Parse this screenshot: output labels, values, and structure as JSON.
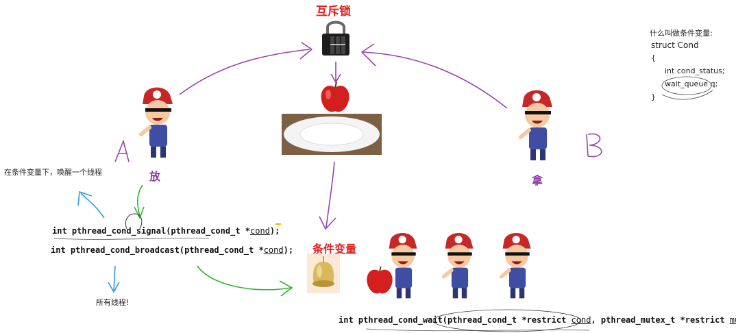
{
  "lock_title": "互斥锁",
  "cond_title": "条件变量",
  "label_put": "放",
  "label_take": "拿",
  "hand_letter_a": "A",
  "hand_letter_b": "B",
  "note_wakeup": "在条件变量下，唤醒一个线程",
  "note_all_threads": "所有线程!",
  "code_signal": {
    "prefix": "int ",
    "func": "pthread_cond_signal",
    "args_open": "(pthread_cond_t *",
    "param": "cond",
    "close": ");"
  },
  "code_broadcast": {
    "prefix": "int ",
    "func": "pthread_cond_broadcast",
    "args_open": "(pthread_cond_t *",
    "param": "cond",
    "close": ");"
  },
  "code_wait": {
    "prefix": "int ",
    "func": "pthread_cond_wait",
    "args_open": "(pthread_cond_t *restrict ",
    "param1": "cond",
    "mid": ", pthread_mutex_t *restrict ",
    "param2": "mutex",
    "close": ");"
  },
  "struct_note": {
    "line1": "什么叫做条件变量:",
    "line2": "struct Cond",
    "line3": "{",
    "line4": "int cond_status;",
    "line5": "wait_queue q;",
    "line6": "}"
  },
  "colors": {
    "arrow_purple": "#9b3fb0",
    "arrow_green": "#2bb82b",
    "arrow_blue": "#2a9be0",
    "title_red": "#e02020",
    "label_purple": "#8a3aa6"
  },
  "icons": [
    "lock-icon",
    "apple-icon",
    "plate-icon",
    "bell-icon",
    "kid-icon"
  ]
}
